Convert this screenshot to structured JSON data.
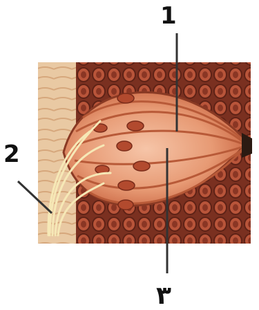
{
  "labels": {
    "one": "1",
    "two": "2",
    "three": "٣"
  },
  "colors": {
    "tissue_bg": "#8a3a24",
    "muscle_light": "#f2b79a",
    "muscle_mid": "#e08a64",
    "muscle_dark": "#b24a2e",
    "nerve_fiber": "#f4e6b0",
    "connective": "#e8c7a0",
    "pore": "#2b1a12",
    "line": "#333333"
  }
}
